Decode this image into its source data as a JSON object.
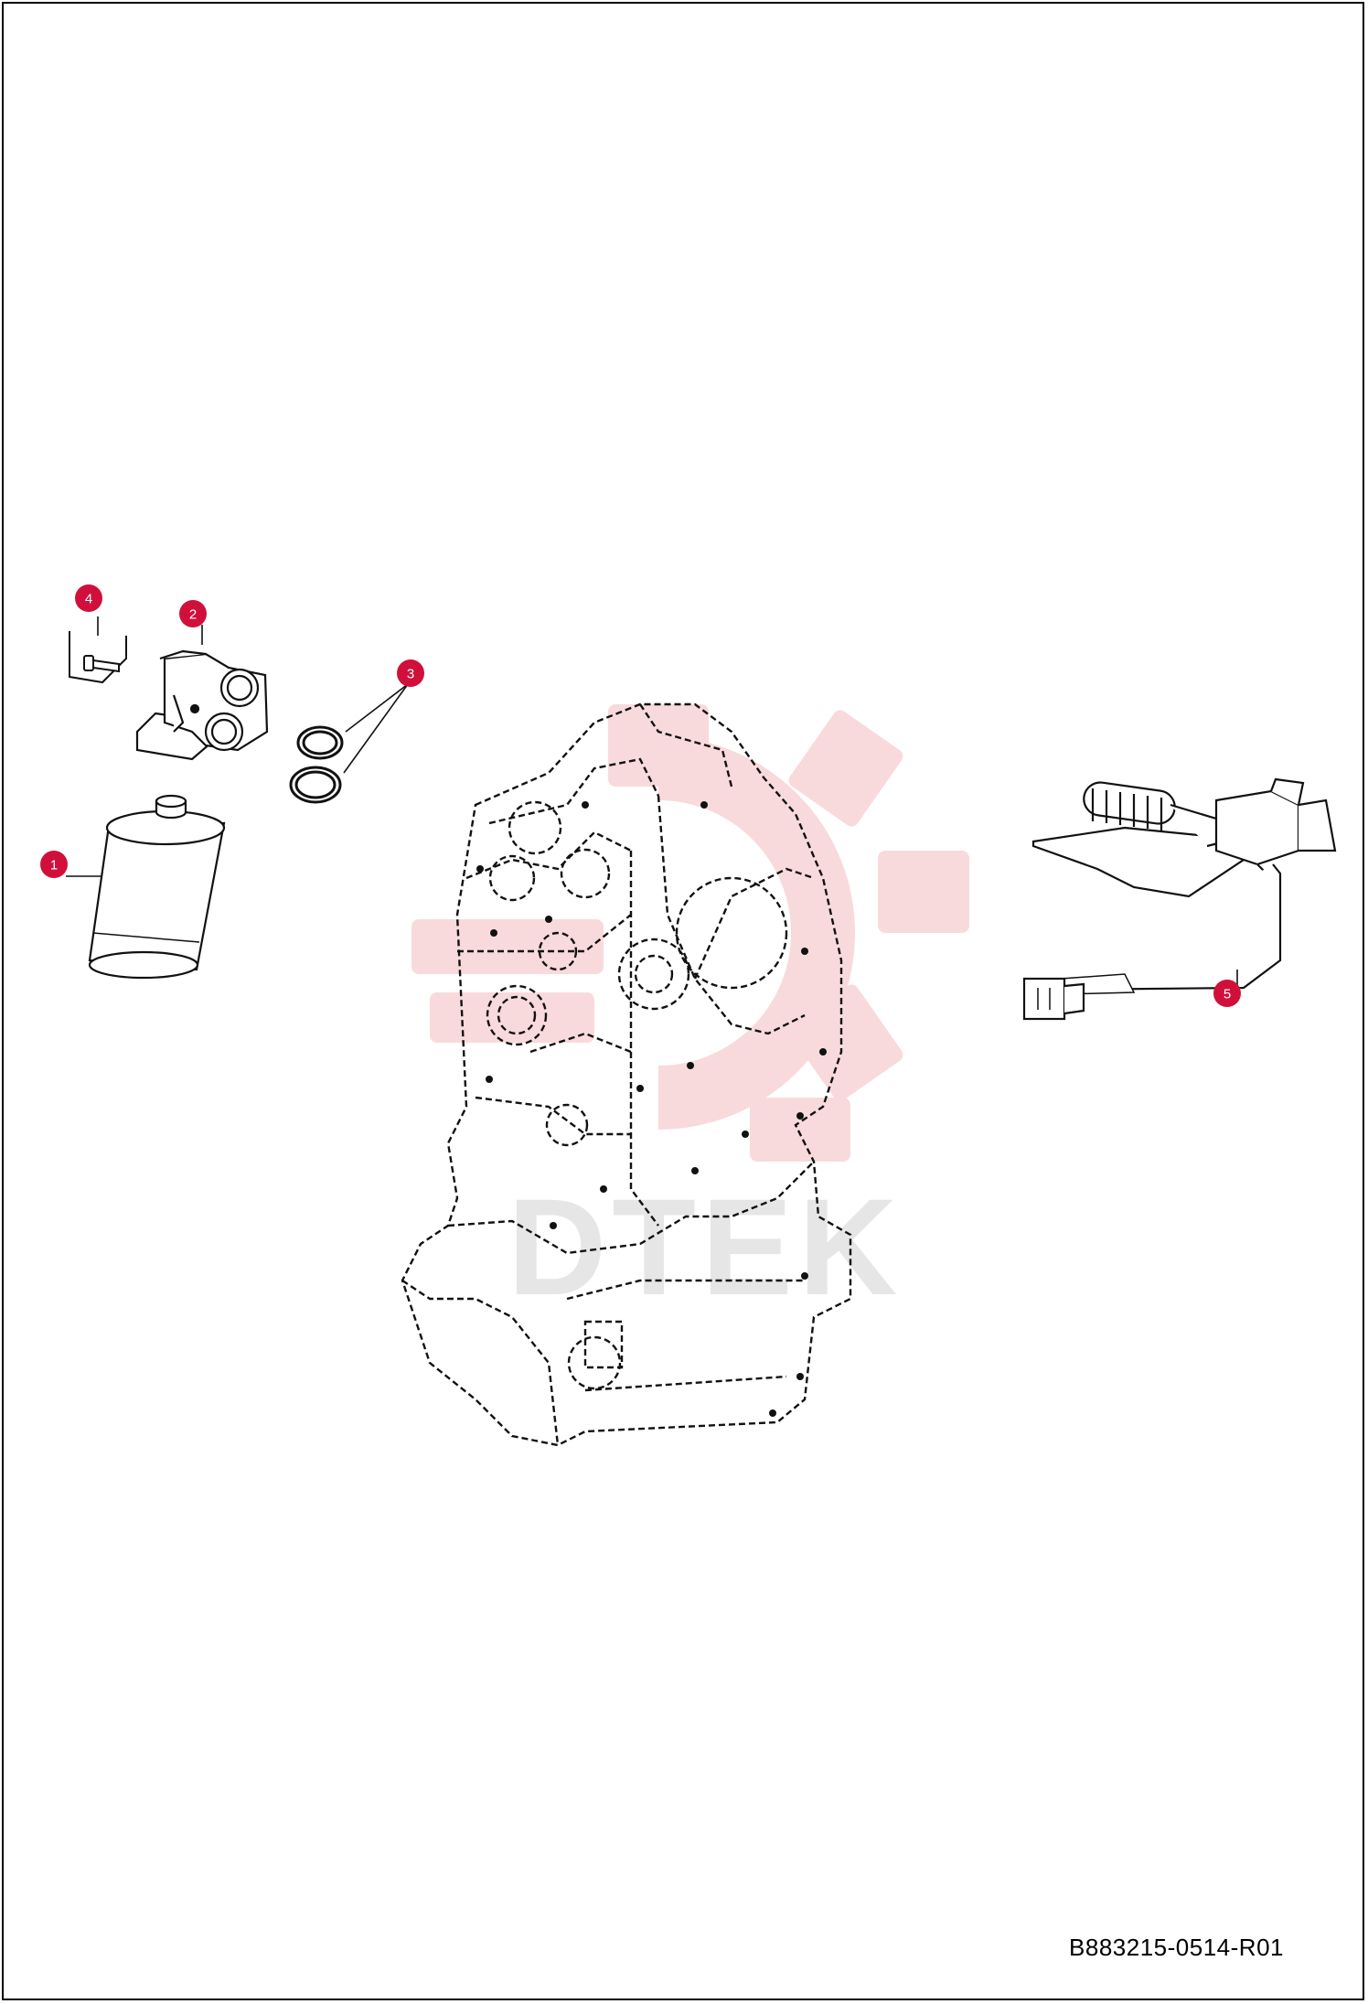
{
  "drawing": {
    "document_number": "B883215-0514-R01",
    "watermark_text": "DTEK",
    "callout_color": "#d0103a",
    "watermark_color": "#f9d6d9"
  },
  "callouts": [
    {
      "id": 1,
      "label": "1",
      "part": "filter-cartridge"
    },
    {
      "id": 2,
      "label": "2",
      "part": "filter-head"
    },
    {
      "id": 3,
      "label": "3",
      "part": "o-ring"
    },
    {
      "id": 4,
      "label": "4",
      "part": "screw"
    },
    {
      "id": 5,
      "label": "5",
      "part": "sensor-wiring-harness"
    }
  ]
}
